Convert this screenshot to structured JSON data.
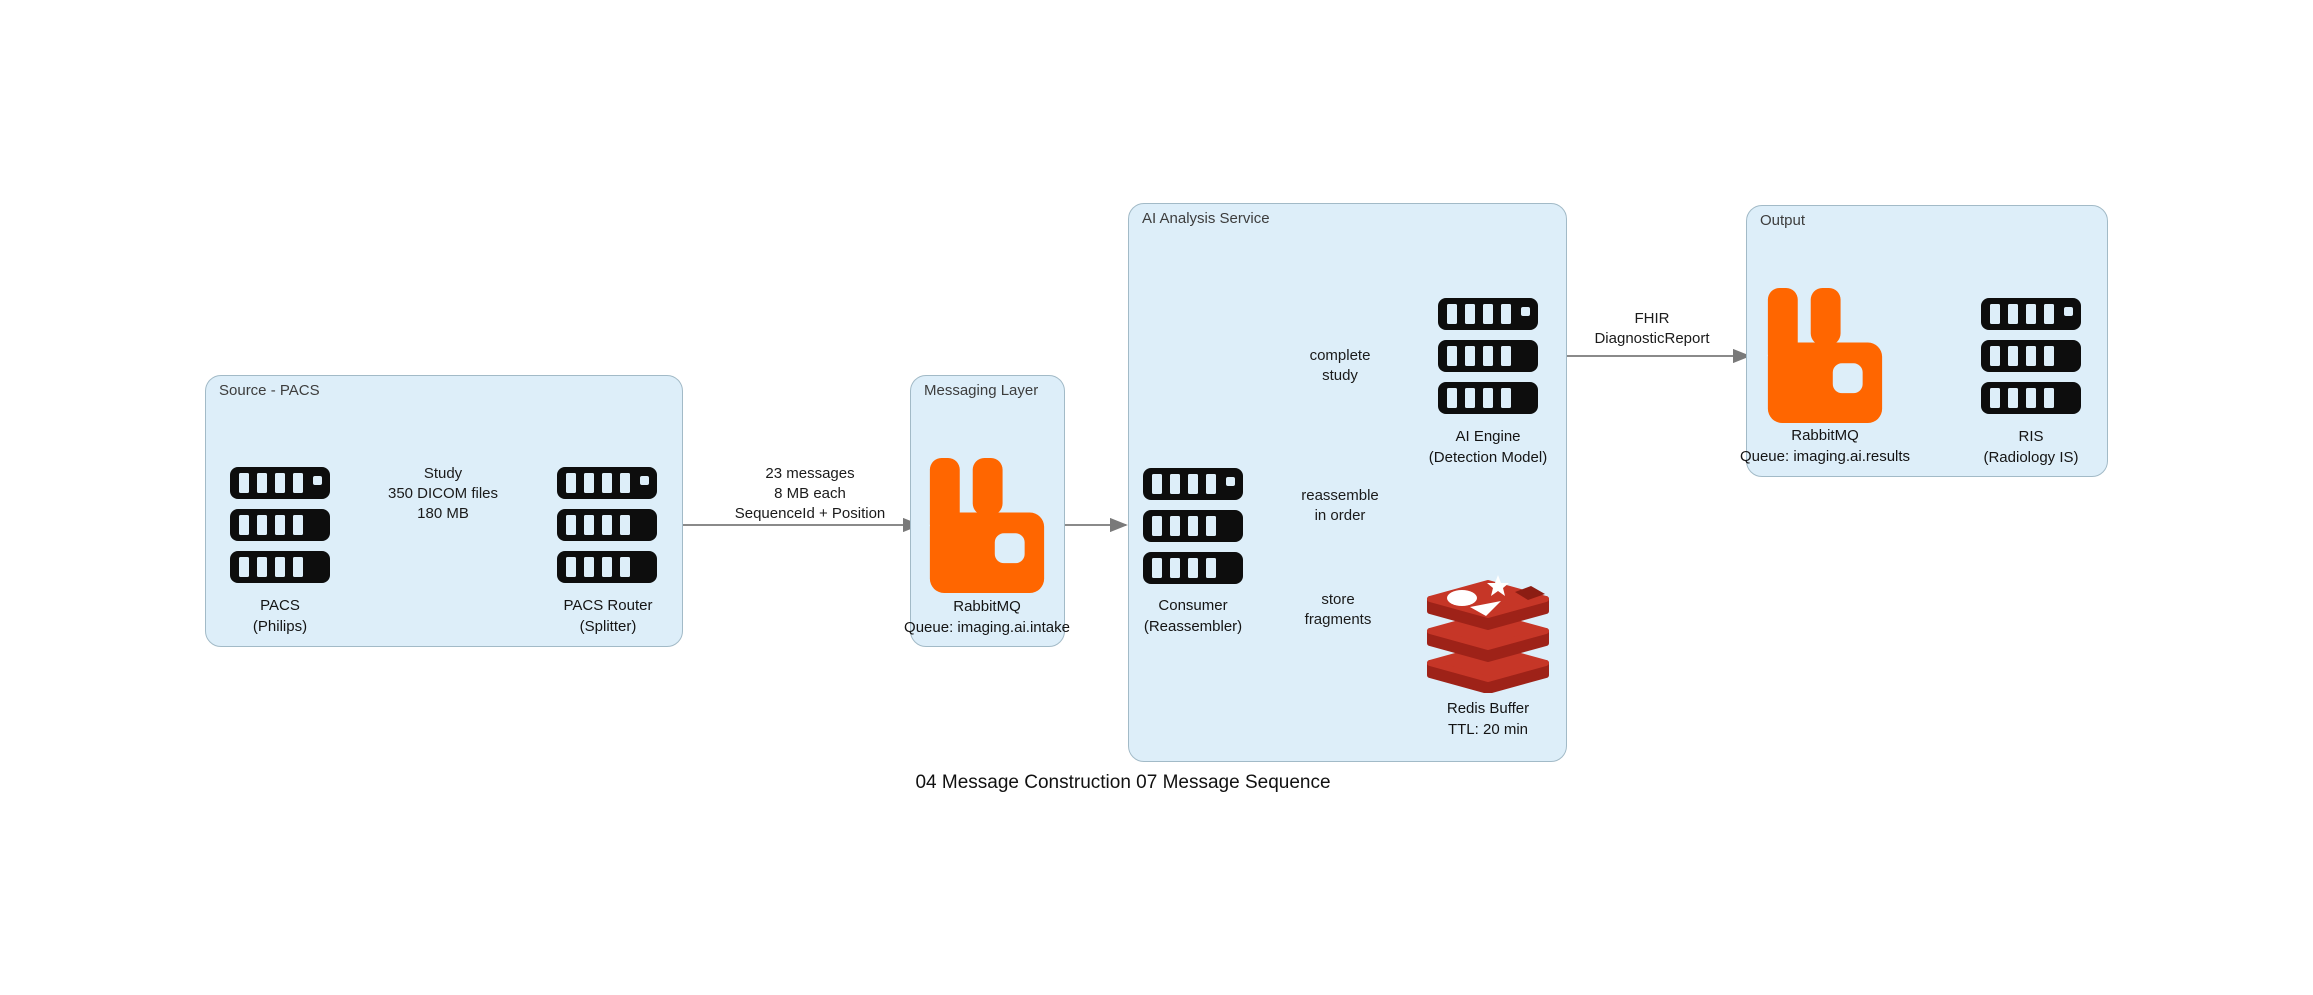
{
  "caption": "04 Message Construction 07 Message Sequence",
  "colors": {
    "group_fill": "#ddeef9",
    "group_border": "#a2bac7",
    "arrow": "#7a7a7a",
    "server_black": "#0d0d0d",
    "rabbitmq_orange": "#ff6600",
    "redis_red": "#c63627",
    "redis_dark_red": "#9e2218",
    "text": "#161616"
  },
  "groups": {
    "source": {
      "title": "Source - PACS"
    },
    "messaging": {
      "title": "Messaging Layer"
    },
    "ai": {
      "title": "AI Analysis Service"
    },
    "output": {
      "title": "Output"
    }
  },
  "nodes": {
    "pacs": {
      "label": "PACS",
      "sublabel": "(Philips)"
    },
    "pacs_router": {
      "label": "PACS Router",
      "sublabel": "(Splitter)"
    },
    "rabbitmq_intake": {
      "label": "RabbitMQ",
      "sublabel": "Queue: imaging.ai.intake"
    },
    "consumer": {
      "label": "Consumer",
      "sublabel": "(Reassembler)"
    },
    "ai_engine": {
      "label": "AI Engine",
      "sublabel": "(Detection Model)"
    },
    "redis_buffer": {
      "label": "Redis Buffer",
      "sublabel": "TTL: 20 min"
    },
    "rabbitmq_results": {
      "label": "RabbitMQ",
      "sublabel": "Queue: imaging.ai.results"
    },
    "ris": {
      "label": "RIS",
      "sublabel": "(Radiology IS)"
    }
  },
  "edges": {
    "study": {
      "lines": [
        "Study",
        "350 DICOM files",
        "180 MB"
      ]
    },
    "messages": {
      "lines": [
        "23 messages",
        "8 MB each",
        "SequenceId + Position"
      ]
    },
    "complete_study": {
      "lines": [
        "complete",
        "study"
      ]
    },
    "reassemble": {
      "lines": [
        "reassemble",
        "in order"
      ]
    },
    "store_fragments": {
      "lines": [
        "store",
        "fragments"
      ]
    },
    "fhir": {
      "lines": [
        "FHIR",
        "DiagnosticReport"
      ]
    }
  }
}
